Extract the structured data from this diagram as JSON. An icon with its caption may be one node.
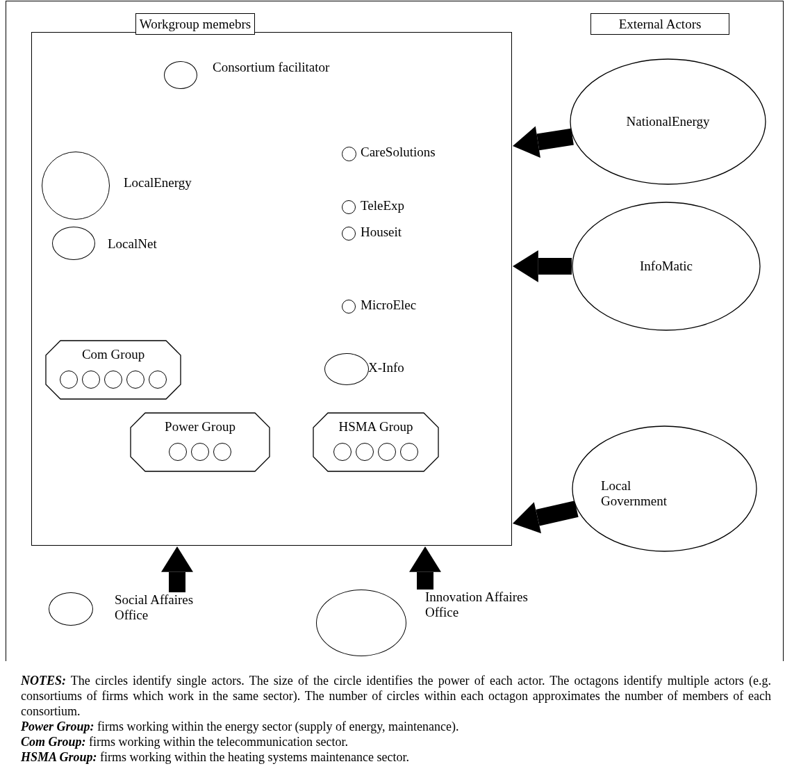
{
  "diagram": {
    "nodes": [
      {
        "text": [
          "Workgroup memebrs"
        ]
      },
      {
        "text": [],
        "shape": "circle",
        "beside": [
          "Consortium facilitator"
        ],
        "in": 0
      },
      {
        "text": [],
        "shape": "circle",
        "beside": [
          "LocalEnergy"
        ],
        "in": 0
      },
      {
        "text": [],
        "shape": "circle",
        "beside": [
          "LocalNet"
        ],
        "in": 0
      },
      {
        "text": [
          "Com Group"
        ],
        "in": 0
      },
      {
        "text": [],
        "shape": "circle",
        "in": 4
      },
      {
        "text": [],
        "shape": "circle",
        "in": 4
      },
      {
        "text": [],
        "shape": "circle",
        "in": 4
      },
      {
        "text": [],
        "shape": "circle",
        "in": 4
      },
      {
        "text": [],
        "shape": "circle",
        "in": 4
      },
      {
        "text": [
          "Power Group"
        ],
        "in": 0
      },
      {
        "text": [],
        "shape": "circle",
        "in": 10
      },
      {
        "text": [],
        "shape": "circle",
        "in": 10
      },
      {
        "text": [],
        "shape": "circle",
        "in": 10
      },
      {
        "text": [
          "HSMA Group"
        ],
        "in": 0
      },
      {
        "text": [],
        "shape": "circle",
        "in": 14
      },
      {
        "text": [],
        "shape": "circle",
        "in": 14
      },
      {
        "text": [],
        "shape": "circle",
        "in": 14
      },
      {
        "text": [],
        "shape": "circle",
        "in": 14
      },
      {
        "text": [],
        "shape": "circle",
        "beside": [
          "CareSolutions"
        ],
        "in": 0
      },
      {
        "text": [],
        "shape": "circle",
        "beside": [
          "TeleExp"
        ],
        "in": 0
      },
      {
        "text": [],
        "shape": "circle",
        "beside": [
          "Houseit"
        ],
        "in": 0
      },
      {
        "text": [],
        "shape": "circle",
        "beside": [
          "MicroElec"
        ],
        "in": 0
      },
      {
        "text": [],
        "shape": "circle",
        "beside": [
          "X-Info"
        ],
        "in": 0
      },
      {
        "text": [
          "External Actors"
        ]
      },
      {
        "text": [
          "NationalEnergy"
        ]
      },
      {
        "text": [
          "InfoMatic"
        ]
      },
      {
        "text": [
          "Local Government"
        ]
      },
      {
        "text": [],
        "shape": "circle",
        "beside": [
          "Social Affaires Office"
        ]
      },
      {
        "text": [],
        "shape": "circle",
        "beside": [
          "Innovation Affaires Office"
        ]
      }
    ],
    "edges": [
      {
        "from": 25,
        "to": 0,
        "arrow": "to"
      },
      {
        "from": 26,
        "to": 0,
        "arrow": "to"
      },
      {
        "from": 27,
        "to": 0,
        "arrow": "to"
      },
      {
        "from": 28,
        "to": 0,
        "arrow": "to"
      },
      {
        "from": 29,
        "to": 0,
        "arrow": "to"
      }
    ],
    "labels": [
      "**NOTES:** The circles identify single actors. The size of the circle identifies the power of each actor. The octagons identify multiple actors (e.g. consortiums of firms which work in the same sector). The number of circles within each octagon approximates the number of members of each consortium.",
      "**Power Group:** firms working within the energy sector (supply of energy, maintenance).",
      "**Com Group:** firms working within the telecommunication sector.",
      "**HSMA Group:** firms working within the heating systems maintenance sector."
    ]
  }
}
